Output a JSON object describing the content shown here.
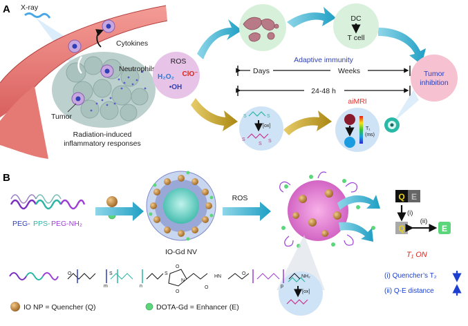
{
  "panel_a": {
    "label": "A",
    "xray": "X-ray",
    "cytokines": "Cytokines",
    "neutrophils": "Neutrophils",
    "tumor": "Tumor",
    "caption_line1": "Radiation-induced",
    "caption_line2": "inflammatory responses",
    "ros": {
      "title": "ROS",
      "h2o2": "H₂O₂",
      "clo": "ClO⁻",
      "oh": "•OH"
    },
    "dc_node": {
      "line1": "DC",
      "line2": "T cell"
    },
    "adaptive_immunity": "Adaptive immunity",
    "timeline_days": "Days",
    "timeline_weeks": "Weeks",
    "timeline_hours": "24-48 h",
    "aimri": "aiMRI",
    "t1_label": "T₁",
    "t1_unit": "(ms)",
    "ox_label": "[ox]",
    "tumor_inhibition_line1": "Tumor",
    "tumor_inhibition_line2": "inhibition"
  },
  "panel_b": {
    "label": "B",
    "peg_pps_peg": {
      "peg1": "PEG-",
      "pps": "PPS-",
      "peg2": "PEG-NH₂"
    },
    "io_gd_nv": "IO-Gd NV",
    "ros_arrow": "ROS",
    "q_label": "Q",
    "e_label": "E",
    "step_i": "(i)",
    "step_ii": "(ii)",
    "t1_on": "T₁ ON",
    "quencher_t2": "(i) Quencher’s T₂",
    "qe_distance": "(ii) Q-E distance",
    "structure": {
      "m": "m",
      "n": "n",
      "p": "p",
      "nh2": "NH₂",
      "hn": "HN",
      "o": "O",
      "s": "S",
      "n_atom": "N"
    },
    "ox_label": "[ox]",
    "legend_io": "IO NP = Quencher (Q)",
    "legend_gd": "DOTA-Gd = Enhancer (E)"
  },
  "colors": {
    "teal_arrow": "#2aa9c9",
    "gold_arrow": "#b8961a",
    "ros_circle": "#e8c3e8",
    "pale_green": "#d8f0dc",
    "pale_blue": "#cfe3f6",
    "pink_circle": "#f6c1d0",
    "adaptive_text": "#2f3fb5",
    "aimri_text": "#e0312e",
    "red_text": "#d7261e",
    "blue_text": "#1c3fd0",
    "peg_purple": "#7b2fbf",
    "pps_teal": "#2bb5a4",
    "q_yellow": "#e8d21a",
    "e_green": "#5bd67a"
  }
}
